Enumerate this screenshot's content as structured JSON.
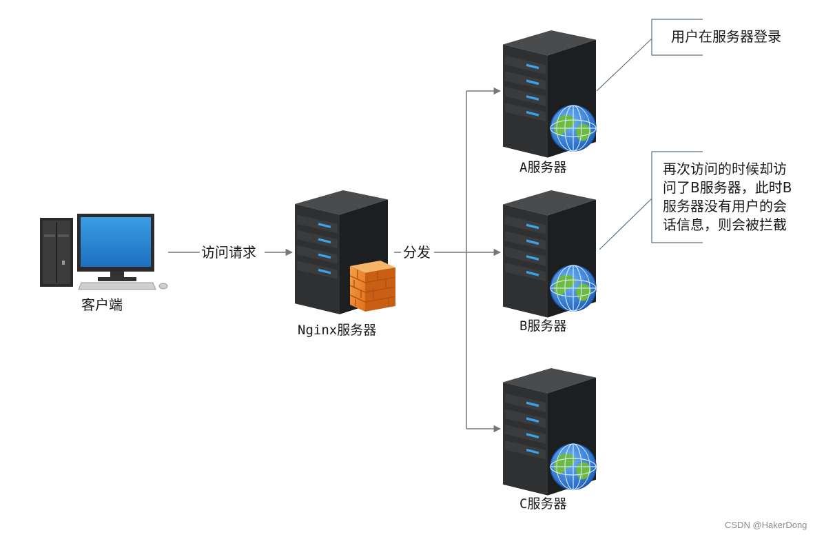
{
  "nodes": {
    "client": {
      "label": "客户端"
    },
    "nginx": {
      "label": "Nginx服务器"
    },
    "server_a": {
      "label": "A服务器"
    },
    "server_b": {
      "label": "B服务器"
    },
    "server_c": {
      "label": "C服务器"
    }
  },
  "edges": {
    "request": {
      "label": "访问请求"
    },
    "dispatch": {
      "label": "分发"
    }
  },
  "notes": {
    "login": {
      "text": "用户在服务器登录"
    },
    "intercept": {
      "lines": [
        "再次访问的时候却访",
        "问了B服务器，此时B",
        "服务器没有用户的会",
        "话信息，则会被拦截"
      ]
    }
  },
  "watermark": "CSDN @HakerDong",
  "colors": {
    "server_body": "#2f3032",
    "server_side": "#1d1e20",
    "server_top": "#4a4b4d",
    "led": "#3aa3e8",
    "line": "#777777",
    "note_border": "#5a6f84",
    "firewall": "#f08a32",
    "globe_blue": "#2d7fd8",
    "globe_green": "#6dbb3c"
  }
}
